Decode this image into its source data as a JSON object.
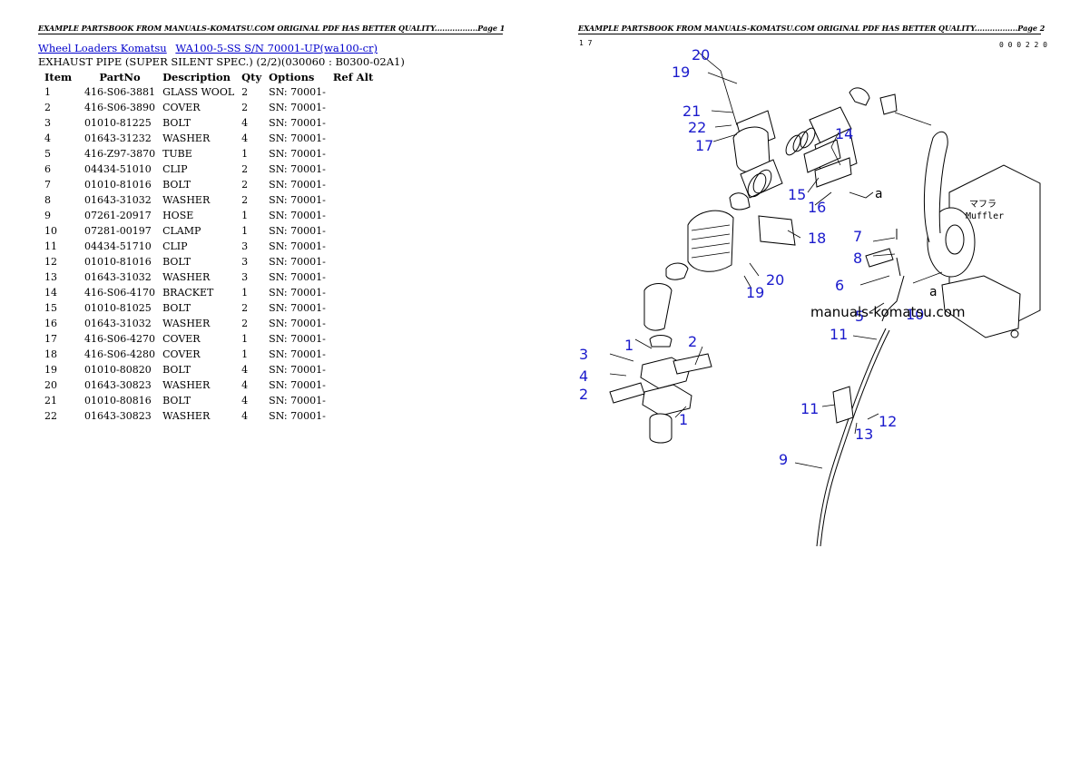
{
  "header": {
    "page1": "EXAMPLE PARTSBOOK FROM MANUALS-KOMATSU.COM ORIGINAL PDF HAS BETTER QUALITY.................Page 1",
    "page2": "EXAMPLE PARTSBOOK FROM MANUALS-KOMATSU.COM ORIGINAL PDF HAS BETTER QUALITY.................Page 2"
  },
  "breadcrumb": {
    "link1": "Wheel Loaders Komatsu",
    "link2": "WA100-5-SS S/N 70001-UP(wa100-cr)"
  },
  "subtitle": "EXHAUST PIPE (SUPER SILENT SPEC.) (2/2)(030060 : B0300-02A1)",
  "table": {
    "headers": [
      "Item",
      "PartNo",
      "Description",
      "Qty",
      "Options",
      "Ref Alt"
    ],
    "rows": [
      [
        "1",
        "416-S06-3881",
        "GLASS WOOL",
        "2",
        "SN: 70001-",
        ""
      ],
      [
        "2",
        "416-S06-3890",
        "COVER",
        "2",
        "SN: 70001-",
        ""
      ],
      [
        "3",
        "01010-81225",
        "BOLT",
        "4",
        "SN: 70001-",
        ""
      ],
      [
        "4",
        "01643-31232",
        "WASHER",
        "4",
        "SN: 70001-",
        ""
      ],
      [
        "5",
        "416-Z97-3870",
        "TUBE",
        "1",
        "SN: 70001-",
        ""
      ],
      [
        "6",
        "04434-51010",
        "CLIP",
        "2",
        "SN: 70001-",
        ""
      ],
      [
        "7",
        "01010-81016",
        "BOLT",
        "2",
        "SN: 70001-",
        ""
      ],
      [
        "8",
        "01643-31032",
        "WASHER",
        "2",
        "SN: 70001-",
        ""
      ],
      [
        "9",
        "07261-20917",
        "HOSE",
        "1",
        "SN: 70001-",
        ""
      ],
      [
        "10",
        "07281-00197",
        "CLAMP",
        "1",
        "SN: 70001-",
        ""
      ],
      [
        "11",
        "04434-51710",
        "CLIP",
        "3",
        "SN: 70001-",
        ""
      ],
      [
        "12",
        "01010-81016",
        "BOLT",
        "3",
        "SN: 70001-",
        ""
      ],
      [
        "13",
        "01643-31032",
        "WASHER",
        "3",
        "SN: 70001-",
        ""
      ],
      [
        "14",
        "416-S06-4170",
        "BRACKET",
        "1",
        "SN: 70001-",
        ""
      ],
      [
        "15",
        "01010-81025",
        "BOLT",
        "2",
        "SN: 70001-",
        ""
      ],
      [
        "16",
        "01643-31032",
        "WASHER",
        "2",
        "SN: 70001-",
        ""
      ],
      [
        "17",
        "416-S06-4270",
        "COVER",
        "1",
        "SN: 70001-",
        ""
      ],
      [
        "18",
        "416-S06-4280",
        "COVER",
        "1",
        "SN: 70001-",
        ""
      ],
      [
        "19",
        "01010-80820",
        "BOLT",
        "4",
        "SN: 70001-",
        ""
      ],
      [
        "20",
        "01643-30823",
        "WASHER",
        "4",
        "SN: 70001-",
        ""
      ],
      [
        "21",
        "01010-80816",
        "BOLT",
        "4",
        "SN: 70001-",
        ""
      ],
      [
        "22",
        "01643-30823",
        "WASHER",
        "4",
        "SN: 70001-",
        ""
      ]
    ]
  },
  "diagram": {
    "corner_left": "1 7",
    "corner_right": "0 0 0 2 2 0",
    "muffler_label1": "マフラ",
    "muffler_label2": "Muffler",
    "ref_a": "a",
    "watermark": "manuals-komatsu.com",
    "callouts": [
      "20",
      "19",
      "21",
      "22",
      "17",
      "14",
      "15",
      "16",
      "18",
      "20",
      "19",
      "7",
      "8",
      "6",
      "5",
      "10",
      "11",
      "1",
      "2",
      "3",
      "4",
      "2",
      "1",
      "11",
      "12",
      "13",
      "9"
    ]
  }
}
